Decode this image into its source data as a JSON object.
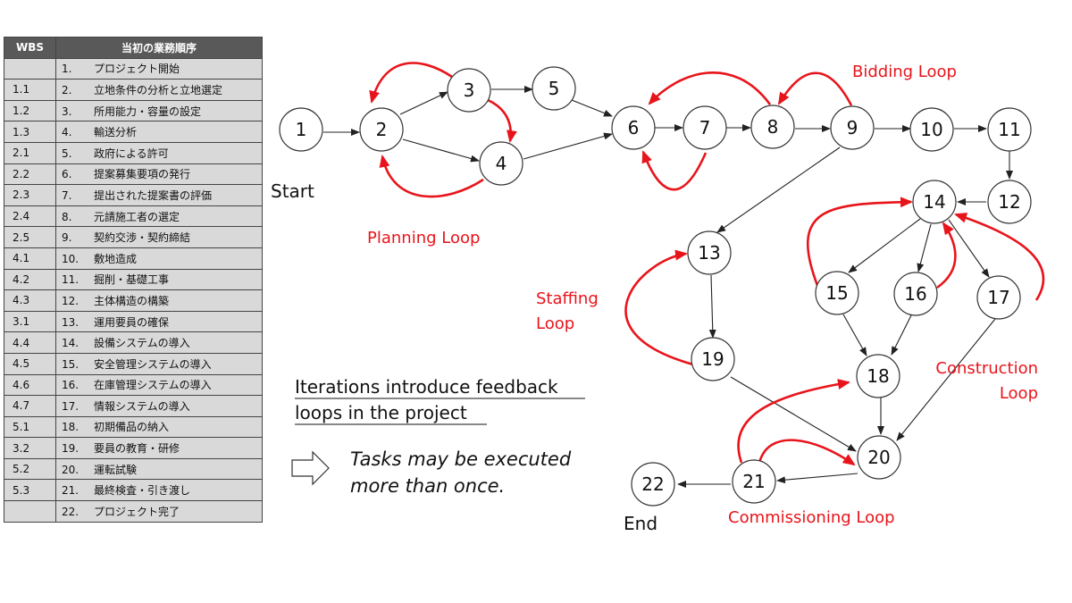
{
  "table": {
    "headers": [
      "WBS",
      "当初の業務順序"
    ],
    "rows": [
      {
        "wbs": "",
        "no": "1.",
        "task": "プロジェクト開始"
      },
      {
        "wbs": "1.1",
        "no": "2.",
        "task": "立地条件の分析と立地選定"
      },
      {
        "wbs": "1.2",
        "no": "3.",
        "task": "所用能力・容量の設定"
      },
      {
        "wbs": "1.3",
        "no": "4.",
        "task": "輸送分析"
      },
      {
        "wbs": "2.1",
        "no": "5.",
        "task": "政府による許可"
      },
      {
        "wbs": "2.2",
        "no": "6.",
        "task": "提案募集要項の発行"
      },
      {
        "wbs": "2.3",
        "no": "7.",
        "task": "提出された提案書の評価"
      },
      {
        "wbs": "2.4",
        "no": "8.",
        "task": "元請施工者の選定"
      },
      {
        "wbs": "2.5",
        "no": "9.",
        "task": "契約交渉・契約締結"
      },
      {
        "wbs": "4.1",
        "no": "10.",
        "task": "敷地造成"
      },
      {
        "wbs": "4.2",
        "no": "11.",
        "task": "掘削・基礎工事"
      },
      {
        "wbs": "4.3",
        "no": "12.",
        "task": "主体構造の構築"
      },
      {
        "wbs": "3.1",
        "no": "13.",
        "task": "運用要員の確保"
      },
      {
        "wbs": "4.4",
        "no": "14.",
        "task": "設備システムの導入"
      },
      {
        "wbs": "4.5",
        "no": "15.",
        "task": "安全管理システムの導入"
      },
      {
        "wbs": "4.6",
        "no": "16.",
        "task": "在庫管理システムの導入"
      },
      {
        "wbs": "4.7",
        "no": "17.",
        "task": "情報システムの導入"
      },
      {
        "wbs": "5.1",
        "no": "18.",
        "task": "初期備品の納入"
      },
      {
        "wbs": "3.2",
        "no": "19.",
        "task": "要員の教育・研修"
      },
      {
        "wbs": "5.2",
        "no": "20.",
        "task": "運転試験"
      },
      {
        "wbs": "5.3",
        "no": "21.",
        "task": "最終検査・引き渡し"
      },
      {
        "wbs": "",
        "no": "22.",
        "task": "プロジェクト完了"
      }
    ]
  },
  "diagram": {
    "nodes": [
      "1",
      "2",
      "3",
      "4",
      "5",
      "6",
      "7",
      "8",
      "9",
      "10",
      "11",
      "12",
      "13",
      "14",
      "15",
      "16",
      "17",
      "18",
      "19",
      "20",
      "21",
      "22"
    ],
    "labels": {
      "start": "Start",
      "end": "End",
      "planning_loop": "Planning Loop",
      "bidding_loop": "Bidding Loop",
      "staffing_loop_1": "Staffing",
      "staffing_loop_2": "Loop",
      "construction_loop_1": "Construction",
      "construction_loop_2": "Loop",
      "commissioning_loop": "Commissioning Loop"
    },
    "note": {
      "line1": "Iterations introduce feedback",
      "line2": "loops in the project",
      "sub1": "Tasks may be executed",
      "sub2": "more than once."
    },
    "colors": {
      "loop": "#e8141b",
      "header": "#595959",
      "cell": "#d9d9d9"
    }
  }
}
